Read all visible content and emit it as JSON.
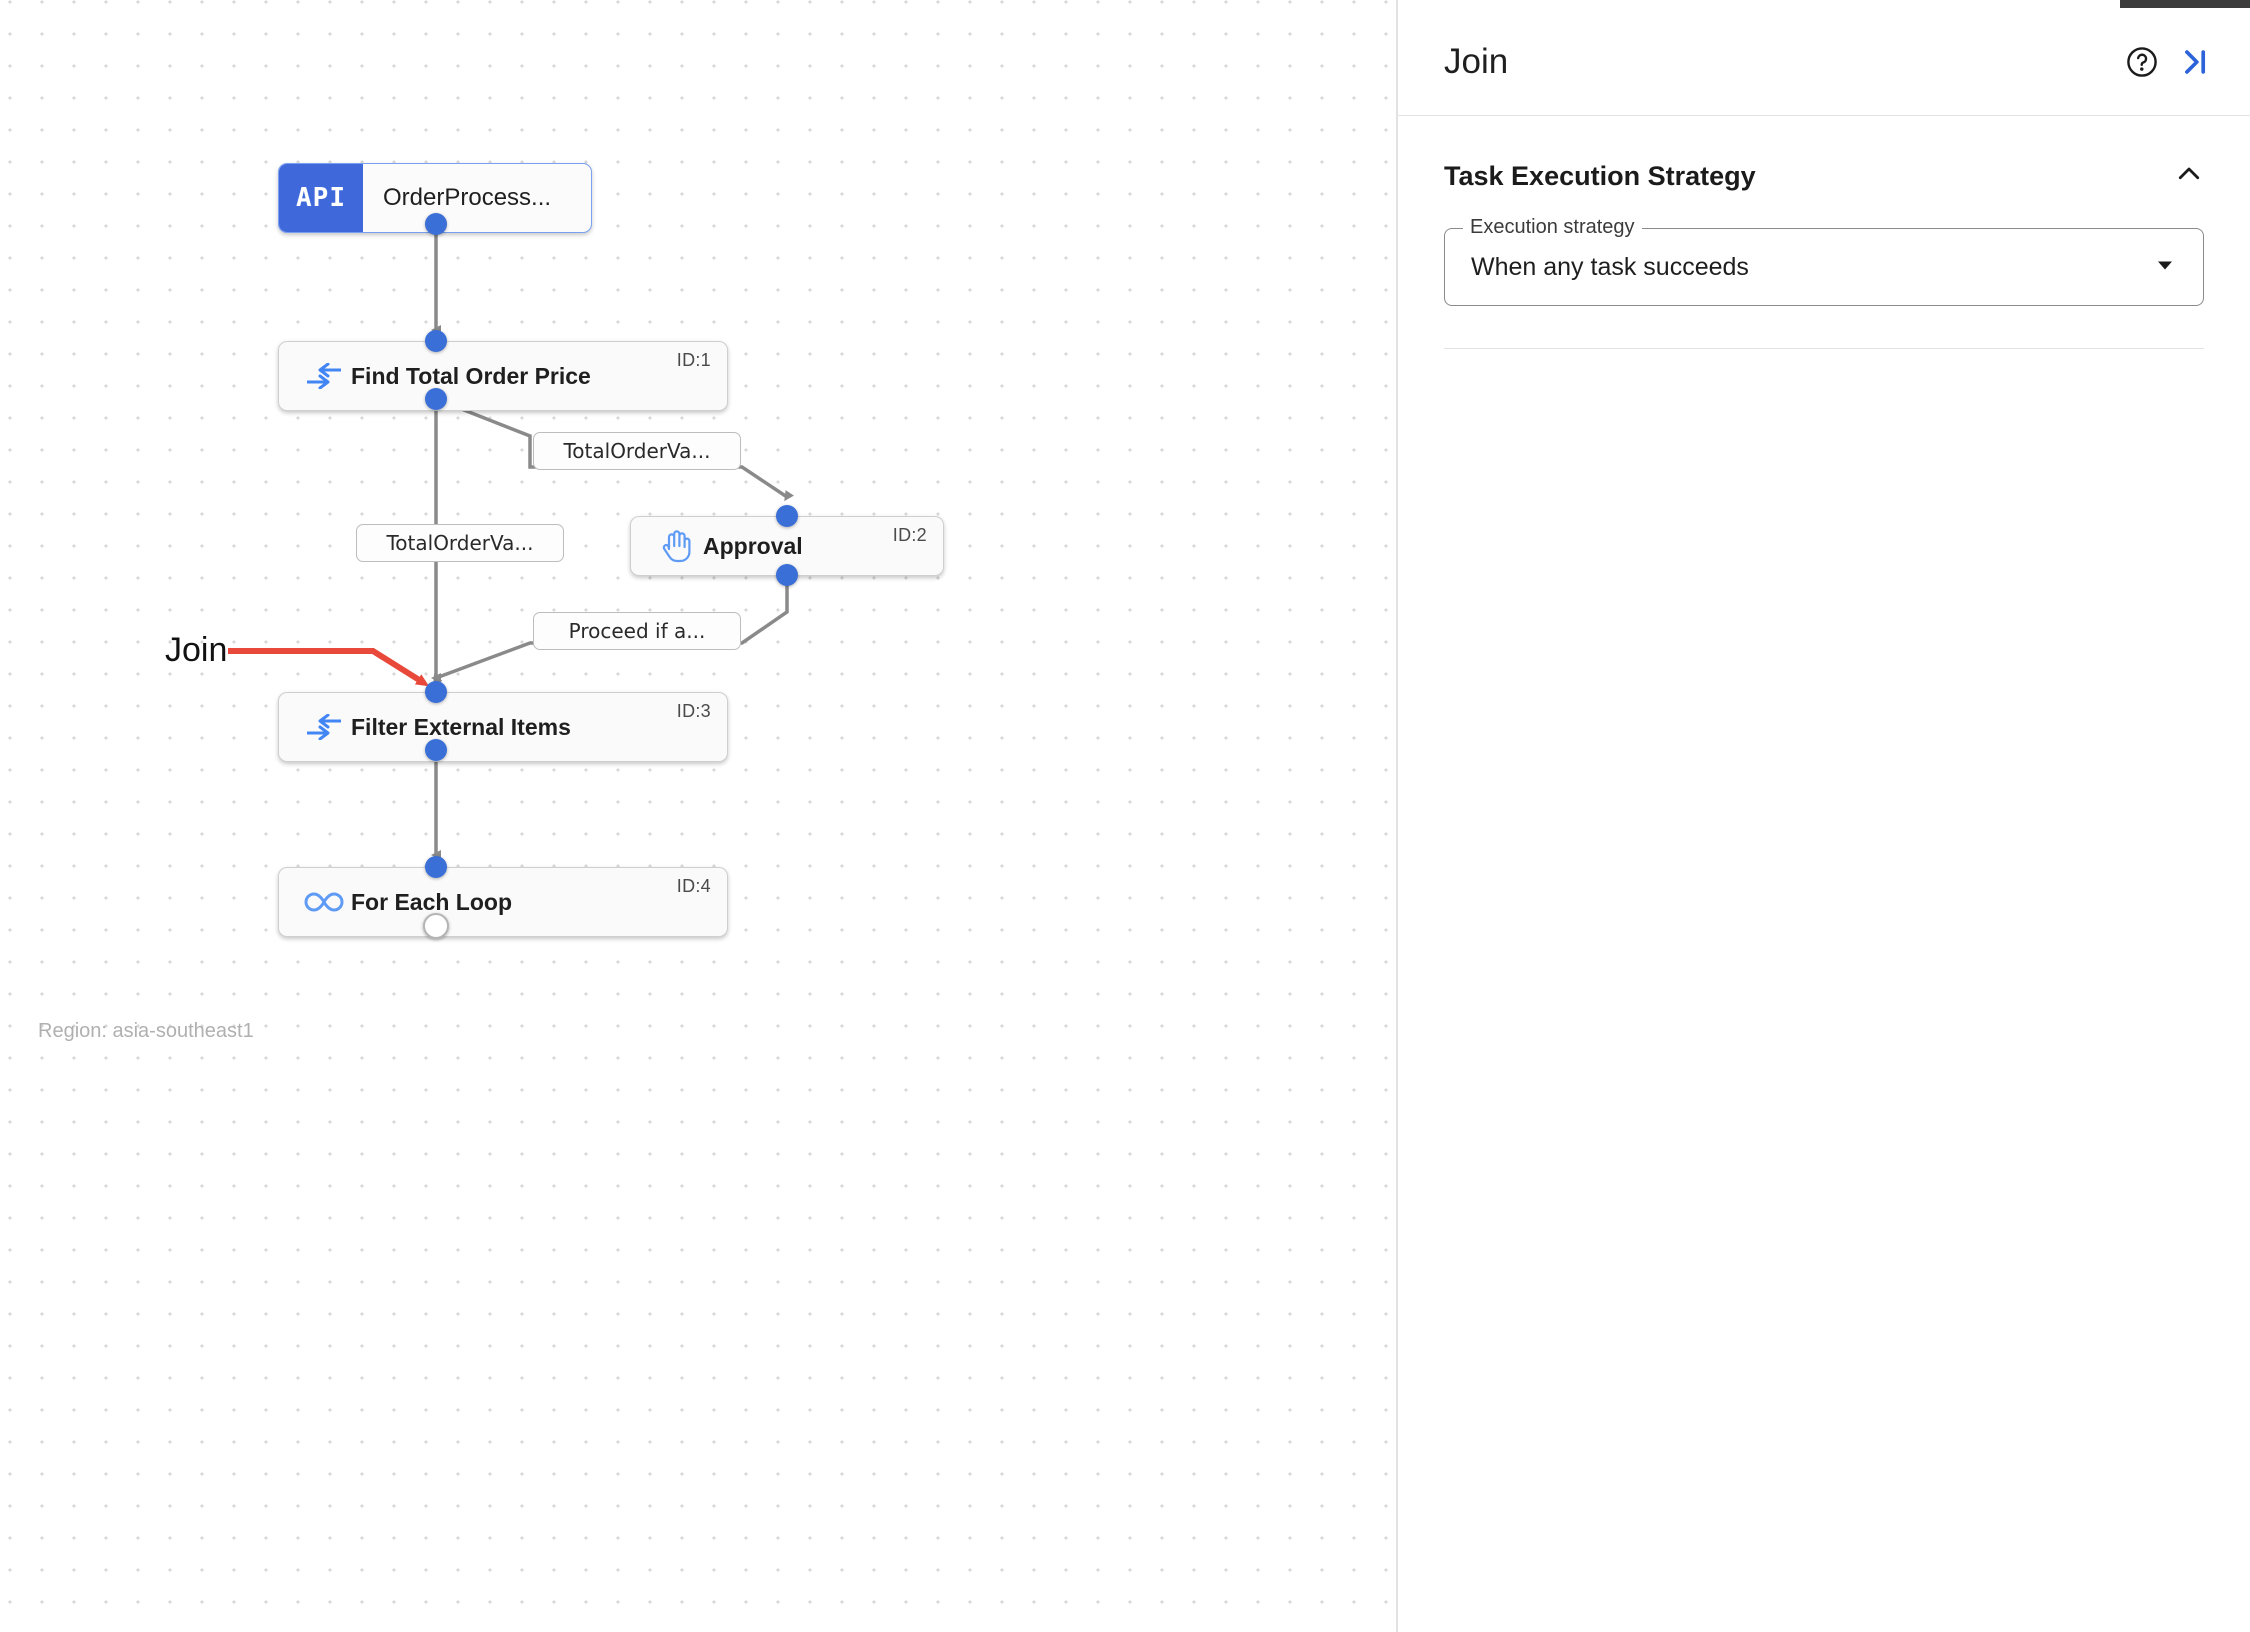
{
  "canvas": {
    "region_label": "Region: asia-southeast1",
    "annotation": {
      "label": "Join",
      "color": "#e8493a"
    },
    "nodes": [
      {
        "id": "trigger",
        "badge": "API",
        "title": "OrderProcess...",
        "icon": "api-badge-icon",
        "id_label": ""
      },
      {
        "id": "1",
        "title": "Find Total Order Price",
        "icon": "data-mapping-icon",
        "id_label": "ID:1"
      },
      {
        "id": "2",
        "title": "Approval",
        "icon": "hand-icon",
        "id_label": "ID:2"
      },
      {
        "id": "3",
        "title": "Filter External Items",
        "icon": "data-mapping-icon",
        "id_label": "ID:3"
      },
      {
        "id": "4",
        "title": "For Each Loop",
        "icon": "infinity-icon",
        "id_label": "ID:4"
      }
    ],
    "edge_labels": [
      {
        "key": "to_approval",
        "text": "TotalOrderVa..."
      },
      {
        "key": "direct_to_filter",
        "text": "TotalOrderVa..."
      },
      {
        "key": "approval_to_filter",
        "text": "Proceed if a..."
      }
    ]
  },
  "panel": {
    "title": "Join",
    "help_icon": "help-circle-icon",
    "collapse_icon": "collapse-panel-icon",
    "section": {
      "title": "Task Execution Strategy",
      "chevron_icon": "chevron-up-icon"
    },
    "select": {
      "legend": "Execution strategy",
      "value": "When any task succeeds",
      "chevron_icon": "chevron-down-icon"
    }
  },
  "colors": {
    "accent_blue": "#3a6fd8",
    "annotation_red": "#e8493a",
    "api_badge": "#3f68da",
    "link_blue": "#2d63d8"
  }
}
